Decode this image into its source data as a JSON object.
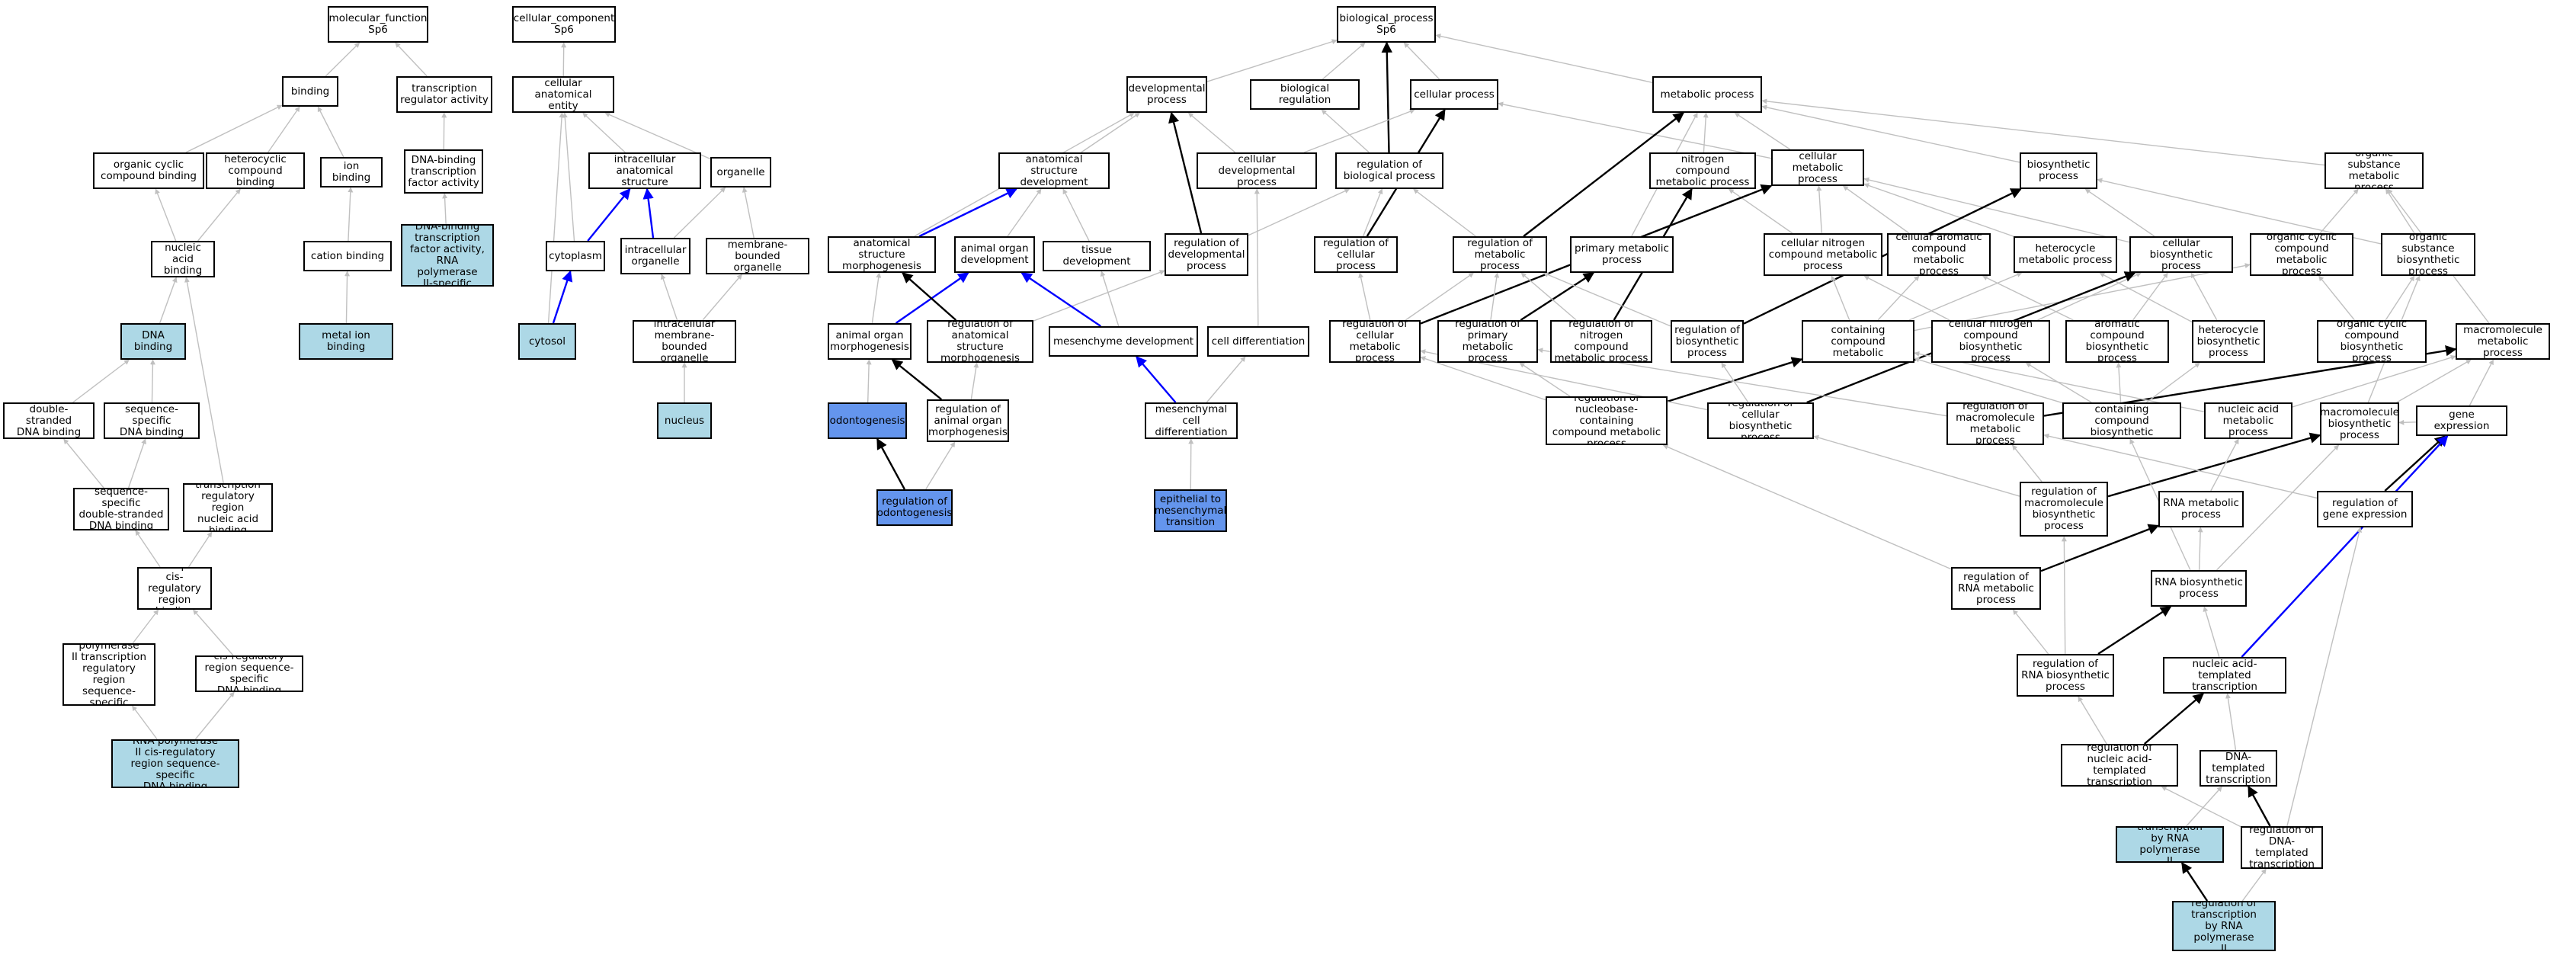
{
  "colors": {
    "blank": "#ffffff",
    "light": "#add8e6",
    "dark": "#6495ed",
    "edge_gray": "#c0c0c0",
    "edge_black": "#000000",
    "edge_blue": "#0000ff"
  },
  "nodes": [
    {
      "id": "mf",
      "label": "molecular_function\nSp6",
      "fill": "blank"
    },
    {
      "id": "cc",
      "label": "cellular_component\nSp6",
      "fill": "blank"
    },
    {
      "id": "bp",
      "label": "biological_process\nSp6",
      "fill": "blank"
    },
    {
      "id": "binding",
      "label": "binding",
      "fill": "blank"
    },
    {
      "id": "tra",
      "label": "transcription\nregulator activity",
      "fill": "blank"
    },
    {
      "id": "cae",
      "label": "cellular anatomical\nentity",
      "fill": "blank"
    },
    {
      "id": "dev",
      "label": "developmental\nprocess",
      "fill": "blank"
    },
    {
      "id": "bioreg",
      "label": "biological regulation",
      "fill": "blank"
    },
    {
      "id": "cellproc",
      "label": "cellular process",
      "fill": "blank"
    },
    {
      "id": "metab",
      "label": "metabolic process",
      "fill": "blank"
    },
    {
      "id": "occb",
      "label": "organic cyclic\ncompound binding",
      "fill": "blank"
    },
    {
      "id": "hccb",
      "label": "heterocyclic\ncompound binding",
      "fill": "blank"
    },
    {
      "id": "ionb",
      "label": "ion binding",
      "fill": "blank"
    },
    {
      "id": "dbtfa",
      "label": "DNA-binding\ntranscription\nfactor activity",
      "fill": "blank"
    },
    {
      "id": "ias",
      "label": "intracellular\nanatomical structure",
      "fill": "blank"
    },
    {
      "id": "organelle",
      "label": "organelle",
      "fill": "blank"
    },
    {
      "id": "asd",
      "label": "anatomical structure\ndevelopment",
      "fill": "blank"
    },
    {
      "id": "celldev",
      "label": "cellular developmental\nprocess",
      "fill": "blank"
    },
    {
      "id": "regbp",
      "label": "regulation of\nbiological process",
      "fill": "blank"
    },
    {
      "id": "ncmp",
      "label": "nitrogen compound\nmetabolic process",
      "fill": "blank"
    },
    {
      "id": "cmp",
      "label": "cellular metabolic\nprocess",
      "fill": "blank"
    },
    {
      "id": "biosyn",
      "label": "biosynthetic\nprocess",
      "fill": "blank"
    },
    {
      "id": "osmp",
      "label": "organic substance\nmetabolic process",
      "fill": "blank"
    },
    {
      "id": "nab",
      "label": "nucleic acid\nbinding",
      "fill": "blank"
    },
    {
      "id": "cationb",
      "label": "cation binding",
      "fill": "blank"
    },
    {
      "id": "dbtfa2",
      "label": "DNA-binding\ntranscription\nfactor activity,\nRNA polymerase\nII-specific",
      "fill": "light"
    },
    {
      "id": "cytoplasm",
      "label": "cytoplasm",
      "fill": "blank"
    },
    {
      "id": "io",
      "label": "intracellular\norganelle",
      "fill": "blank"
    },
    {
      "id": "mbo",
      "label": "membrane-bounded\norganelle",
      "fill": "blank"
    },
    {
      "id": "asm",
      "label": "anatomical structure\nmorphogenesis",
      "fill": "blank"
    },
    {
      "id": "aod",
      "label": "animal organ\ndevelopment",
      "fill": "blank"
    },
    {
      "id": "tissuedev",
      "label": "tissue development",
      "fill": "blank"
    },
    {
      "id": "regdev",
      "label": "regulation of\ndevelopmental\nprocess",
      "fill": "blank"
    },
    {
      "id": "regcp",
      "label": "regulation of\ncellular process",
      "fill": "blank"
    },
    {
      "id": "regmp",
      "label": "regulation of\nmetabolic process",
      "fill": "blank"
    },
    {
      "id": "pmp",
      "label": "primary metabolic\nprocess",
      "fill": "blank"
    },
    {
      "id": "cncmp",
      "label": "cellular nitrogen\ncompound metabolic\nprocess",
      "fill": "blank"
    },
    {
      "id": "cacmp",
      "label": "cellular aromatic\ncompound metabolic\nprocess",
      "fill": "blank"
    },
    {
      "id": "hmp",
      "label": "heterocycle\nmetabolic process",
      "fill": "blank"
    },
    {
      "id": "cbp",
      "label": "cellular biosynthetic\nprocess",
      "fill": "blank"
    },
    {
      "id": "occmp",
      "label": "organic cyclic\ncompound metabolic\nprocess",
      "fill": "blank"
    },
    {
      "id": "osbp",
      "label": "organic substance\nbiosynthetic\nprocess",
      "fill": "blank"
    },
    {
      "id": "dnab",
      "label": "DNA binding",
      "fill": "light"
    },
    {
      "id": "metalb",
      "label": "metal ion binding",
      "fill": "light"
    },
    {
      "id": "cytosol",
      "label": "cytosol",
      "fill": "light"
    },
    {
      "id": "imbo",
      "label": "intracellular\nmembrane-bounded\norganelle",
      "fill": "blank"
    },
    {
      "id": "aom",
      "label": "animal organ\nmorphogenesis",
      "fill": "blank"
    },
    {
      "id": "regasm",
      "label": "regulation of\nanatomical structure\nmorphogenesis",
      "fill": "blank"
    },
    {
      "id": "mesdev",
      "label": "mesenchyme development",
      "fill": "blank"
    },
    {
      "id": "celldiff",
      "label": "cell differentiation",
      "fill": "blank"
    },
    {
      "id": "regcmp",
      "label": "regulation of\ncellular metabolic\nprocess",
      "fill": "blank"
    },
    {
      "id": "regpmp",
      "label": "regulation of\nprimary metabolic\nprocess",
      "fill": "blank"
    },
    {
      "id": "regncmp",
      "label": "regulation of\nnitrogen compound\nmetabolic process",
      "fill": "blank"
    },
    {
      "id": "regbiosyn",
      "label": "regulation of\nbiosynthetic\nprocess",
      "fill": "blank"
    },
    {
      "id": "nbccmp",
      "label": "nucleobase-containing\ncompound metabolic\nprocess",
      "fill": "blank"
    },
    {
      "id": "cncbp",
      "label": "cellular nitrogen\ncompound biosynthetic\nprocess",
      "fill": "blank"
    },
    {
      "id": "acbp",
      "label": "aromatic compound\nbiosynthetic\nprocess",
      "fill": "blank"
    },
    {
      "id": "hbp",
      "label": "heterocycle\nbiosynthetic\nprocess",
      "fill": "blank"
    },
    {
      "id": "occbp",
      "label": "organic cyclic\ncompound biosynthetic\nprocess",
      "fill": "blank"
    },
    {
      "id": "mmp",
      "label": "macromolecule\nmetabolic process",
      "fill": "blank"
    },
    {
      "id": "dsdb",
      "label": "double-stranded\nDNA binding",
      "fill": "blank"
    },
    {
      "id": "ssdb",
      "label": "sequence-specific\nDNA binding",
      "fill": "blank"
    },
    {
      "id": "nucleus",
      "label": "nucleus",
      "fill": "light"
    },
    {
      "id": "odonto",
      "label": "odontogenesis",
      "fill": "dark"
    },
    {
      "id": "regaom",
      "label": "regulation of\nanimal organ\nmorphogenesis",
      "fill": "blank"
    },
    {
      "id": "mcd",
      "label": "mesenchymal\ncell differentiation",
      "fill": "blank"
    },
    {
      "id": "regnbccmp",
      "label": "regulation of\nnucleobase-containing\ncompound metabolic\nprocess",
      "fill": "blank"
    },
    {
      "id": "regcbp",
      "label": "regulation of\ncellular biosynthetic\nprocess",
      "fill": "blank"
    },
    {
      "id": "regmmp",
      "label": "regulation of\nmacromolecule\nmetabolic process",
      "fill": "blank"
    },
    {
      "id": "nbccbp",
      "label": "nucleobase-containing\ncompound biosynthetic\nprocess",
      "fill": "blank"
    },
    {
      "id": "namp",
      "label": "nucleic acid\nmetabolic process",
      "fill": "blank"
    },
    {
      "id": "mbp",
      "label": "macromolecule\nbiosynthetic\nprocess",
      "fill": "blank"
    },
    {
      "id": "geneexp",
      "label": "gene expression",
      "fill": "blank"
    },
    {
      "id": "ssdsdb",
      "label": "sequence-specific\ndouble-stranded\nDNA binding",
      "fill": "blank"
    },
    {
      "id": "trrnab",
      "label": "transcription\nregulatory region\nnucleic acid\nbinding",
      "fill": "blank"
    },
    {
      "id": "regodonto",
      "label": "regulation of\nodontogenesis",
      "fill": "dark"
    },
    {
      "id": "emt",
      "label": "epithelial to\nmesenchymal\ntransition",
      "fill": "dark"
    },
    {
      "id": "regmbp",
      "label": "regulation of\nmacromolecule\nbiosynthetic\nprocess",
      "fill": "blank"
    },
    {
      "id": "rnamp",
      "label": "RNA metabolic\nprocess",
      "fill": "blank"
    },
    {
      "id": "reggeneexp",
      "label": "regulation of\ngene expression",
      "fill": "blank"
    },
    {
      "id": "tcrrb",
      "label": "transcription\ncis-regulatory\nregion binding",
      "fill": "blank"
    },
    {
      "id": "regrnamp",
      "label": "regulation of\nRNA metabolic\nprocess",
      "fill": "blank"
    },
    {
      "id": "rnabp",
      "label": "RNA biosynthetic\nprocess",
      "fill": "blank"
    },
    {
      "id": "rnap2trr",
      "label": "RNA polymerase\nII transcription\nregulatory region\nsequence-specific\nDNA binding",
      "fill": "blank"
    },
    {
      "id": "crrssdb",
      "label": "cis-regulatory\nregion sequence-specific\nDNA binding",
      "fill": "blank"
    },
    {
      "id": "regrnabp",
      "label": "regulation of\nRNA biosynthetic\nprocess",
      "fill": "blank"
    },
    {
      "id": "natt",
      "label": "nucleic acid-templated\ntranscription",
      "fill": "blank"
    },
    {
      "id": "rnap2crr",
      "label": "RNA polymerase\nII cis-regulatory\nregion sequence-specific\nDNA binding",
      "fill": "light"
    },
    {
      "id": "regnatt",
      "label": "regulation of\nnucleic acid-templated\ntranscription",
      "fill": "blank"
    },
    {
      "id": "dtt",
      "label": "DNA-templated\ntranscription",
      "fill": "blank"
    },
    {
      "id": "tbrnap2",
      "label": "transcription\nby RNA polymerase\nII",
      "fill": "light"
    },
    {
      "id": "regdtt",
      "label": "regulation of\nDNA-templated\ntranscription",
      "fill": "blank"
    },
    {
      "id": "regtbrnap2",
      "label": "regulation of\ntranscription\nby RNA polymerase\nII",
      "fill": "light"
    }
  ],
  "edges": [
    [
      "binding",
      "mf",
      "gray"
    ],
    [
      "tra",
      "mf",
      "gray"
    ],
    [
      "occb",
      "binding",
      "gray"
    ],
    [
      "hccb",
      "binding",
      "gray"
    ],
    [
      "ionb",
      "binding",
      "gray"
    ],
    [
      "dbtfa",
      "tra",
      "gray"
    ],
    [
      "nab",
      "occb",
      "gray"
    ],
    [
      "nab",
      "hccb",
      "gray"
    ],
    [
      "cationb",
      "ionb",
      "gray"
    ],
    [
      "dbtfa2",
      "dbtfa",
      "gray"
    ],
    [
      "metalb",
      "cationb",
      "gray"
    ],
    [
      "dnab",
      "nab",
      "gray"
    ],
    [
      "dsdb",
      "dnab",
      "gray"
    ],
    [
      "ssdb",
      "dnab",
      "gray"
    ],
    [
      "ssdsdb",
      "dsdb",
      "gray"
    ],
    [
      "ssdsdb",
      "ssdb",
      "gray"
    ],
    [
      "trrnab",
      "nab",
      "gray"
    ],
    [
      "tcrrb",
      "ssdsdb",
      "gray"
    ],
    [
      "tcrrb",
      "trrnab",
      "gray"
    ],
    [
      "rnap2trr",
      "tcrrb",
      "gray"
    ],
    [
      "crrssdb",
      "tcrrb",
      "gray"
    ],
    [
      "rnap2crr",
      "rnap2trr",
      "gray"
    ],
    [
      "rnap2crr",
      "crrssdb",
      "gray"
    ],
    [
      "cae",
      "cc",
      "gray"
    ],
    [
      "ias",
      "cae",
      "gray"
    ],
    [
      "organelle",
      "cae",
      "gray"
    ],
    [
      "cytoplasm",
      "ias",
      "blue"
    ],
    [
      "cytoplasm",
      "cae",
      "gray"
    ],
    [
      "io",
      "ias",
      "blue"
    ],
    [
      "io",
      "organelle",
      "gray"
    ],
    [
      "mbo",
      "organelle",
      "gray"
    ],
    [
      "cytosol",
      "cytoplasm",
      "blue"
    ],
    [
      "cytosol",
      "cae",
      "gray"
    ],
    [
      "imbo",
      "io",
      "gray"
    ],
    [
      "imbo",
      "mbo",
      "gray"
    ],
    [
      "nucleus",
      "imbo",
      "gray"
    ],
    [
      "dev",
      "bp",
      "gray"
    ],
    [
      "bioreg",
      "bp",
      "gray"
    ],
    [
      "cellproc",
      "bp",
      "gray"
    ],
    [
      "metab",
      "bp",
      "gray"
    ],
    [
      "regbp",
      "bp",
      "black"
    ],
    [
      "regbp",
      "bioreg",
      "gray"
    ],
    [
      "asd",
      "dev",
      "gray"
    ],
    [
      "celldev",
      "dev",
      "gray"
    ],
    [
      "celldev",
      "cellproc",
      "gray"
    ],
    [
      "asm",
      "asd",
      "blue"
    ],
    [
      "asm",
      "dev",
      "gray"
    ],
    [
      "aod",
      "asd",
      "gray"
    ],
    [
      "tissuedev",
      "asd",
      "gray"
    ],
    [
      "regdev",
      "dev",
      "black"
    ],
    [
      "regdev",
      "regbp",
      "gray"
    ],
    [
      "aom",
      "aod",
      "blue"
    ],
    [
      "aom",
      "asm",
      "gray"
    ],
    [
      "regasm",
      "asm",
      "black"
    ],
    [
      "regasm",
      "regdev",
      "gray"
    ],
    [
      "mesdev",
      "aod",
      "blue"
    ],
    [
      "mesdev",
      "tissuedev",
      "gray"
    ],
    [
      "odonto",
      "aom",
      "gray"
    ],
    [
      "regaom",
      "aom",
      "black"
    ],
    [
      "regaom",
      "regasm",
      "gray"
    ],
    [
      "regodonto",
      "odonto",
      "black"
    ],
    [
      "regodonto",
      "regaom",
      "gray"
    ],
    [
      "celldiff",
      "celldev",
      "gray"
    ],
    [
      "mcd",
      "mesdev",
      "blue"
    ],
    [
      "mcd",
      "celldiff",
      "gray"
    ],
    [
      "emt",
      "mcd",
      "gray"
    ],
    [
      "regcp",
      "cellproc",
      "black"
    ],
    [
      "regcp",
      "regbp",
      "gray"
    ],
    [
      "ncmp",
      "metab",
      "gray"
    ],
    [
      "cmp",
      "metab",
      "gray"
    ],
    [
      "cmp",
      "cellproc",
      "gray"
    ],
    [
      "biosyn",
      "metab",
      "gray"
    ],
    [
      "osmp",
      "metab",
      "gray"
    ],
    [
      "regmp",
      "metab",
      "black"
    ],
    [
      "regmp",
      "regbp",
      "gray"
    ],
    [
      "pmp",
      "metab",
      "gray"
    ],
    [
      "cncmp",
      "ncmp",
      "gray"
    ],
    [
      "cncmp",
      "cmp",
      "gray"
    ],
    [
      "cacmp",
      "cmp",
      "gray"
    ],
    [
      "hmp",
      "cmp",
      "gray"
    ],
    [
      "cbp",
      "biosyn",
      "gray"
    ],
    [
      "cbp",
      "cmp",
      "gray"
    ],
    [
      "occmp",
      "osmp",
      "gray"
    ],
    [
      "osbp",
      "osmp",
      "gray"
    ],
    [
      "osbp",
      "biosyn",
      "gray"
    ],
    [
      "regcmp",
      "cmp",
      "black"
    ],
    [
      "regcmp",
      "regcp",
      "gray"
    ],
    [
      "regcmp",
      "regmp",
      "gray"
    ],
    [
      "regpmp",
      "pmp",
      "black"
    ],
    [
      "regpmp",
      "regmp",
      "gray"
    ],
    [
      "regncmp",
      "ncmp",
      "black"
    ],
    [
      "regncmp",
      "regmp",
      "gray"
    ],
    [
      "regbiosyn",
      "biosyn",
      "black"
    ],
    [
      "regbiosyn",
      "regmp",
      "gray"
    ],
    [
      "nbccmp",
      "cncmp",
      "gray"
    ],
    [
      "nbccmp",
      "cacmp",
      "gray"
    ],
    [
      "nbccmp",
      "hmp",
      "gray"
    ],
    [
      "nbccmp",
      "occmp",
      "gray"
    ],
    [
      "cncbp",
      "cncmp",
      "gray"
    ],
    [
      "cncbp",
      "cbp",
      "gray"
    ],
    [
      "acbp",
      "cacmp",
      "gray"
    ],
    [
      "acbp",
      "cbp",
      "gray"
    ],
    [
      "hbp",
      "hmp",
      "gray"
    ],
    [
      "hbp",
      "cbp",
      "gray"
    ],
    [
      "occbp",
      "occmp",
      "gray"
    ],
    [
      "occbp",
      "osbp",
      "gray"
    ],
    [
      "mmp",
      "osmp",
      "gray"
    ],
    [
      "regnbccmp",
      "nbccmp",
      "black"
    ],
    [
      "regnbccmp",
      "regcmp",
      "gray"
    ],
    [
      "regnbccmp",
      "regpmp",
      "gray"
    ],
    [
      "regcbp",
      "cbp",
      "black"
    ],
    [
      "regcbp",
      "regbiosyn",
      "gray"
    ],
    [
      "regcbp",
      "regcmp",
      "gray"
    ],
    [
      "regmmp",
      "mmp",
      "black"
    ],
    [
      "regmmp",
      "regpmp",
      "gray"
    ],
    [
      "nbccbp",
      "nbccmp",
      "gray"
    ],
    [
      "nbccbp",
      "cncbp",
      "gray"
    ],
    [
      "nbccbp",
      "acbp",
      "gray"
    ],
    [
      "nbccbp",
      "hbp",
      "gray"
    ],
    [
      "namp",
      "nbccmp",
      "gray"
    ],
    [
      "namp",
      "mmp",
      "gray"
    ],
    [
      "mbp",
      "mmp",
      "gray"
    ],
    [
      "mbp",
      "osbp",
      "gray"
    ],
    [
      "geneexp",
      "mmp",
      "gray"
    ],
    [
      "geneexp",
      "mbp",
      "gray"
    ],
    [
      "regmbp",
      "mbp",
      "black"
    ],
    [
      "regmbp",
      "regmmp",
      "gray"
    ],
    [
      "regmbp",
      "regcbp",
      "gray"
    ],
    [
      "rnamp",
      "namp",
      "gray"
    ],
    [
      "reggeneexp",
      "geneexp",
      "black"
    ],
    [
      "reggeneexp",
      "regmmp",
      "gray"
    ],
    [
      "regrnamp",
      "rnamp",
      "black"
    ],
    [
      "regrnamp",
      "regnbccmp",
      "gray"
    ],
    [
      "rnabp",
      "rnamp",
      "gray"
    ],
    [
      "rnabp",
      "nbccbp",
      "gray"
    ],
    [
      "rnabp",
      "mbp",
      "gray"
    ],
    [
      "regrnabp",
      "rnabp",
      "black"
    ],
    [
      "regrnabp",
      "regrnamp",
      "gray"
    ],
    [
      "regrnabp",
      "regmbp",
      "gray"
    ],
    [
      "natt",
      "rnabp",
      "gray"
    ],
    [
      "natt",
      "geneexp",
      "blue"
    ],
    [
      "regnatt",
      "natt",
      "black"
    ],
    [
      "regnatt",
      "regrnabp",
      "gray"
    ],
    [
      "dtt",
      "natt",
      "gray"
    ],
    [
      "tbrnap2",
      "dtt",
      "gray"
    ],
    [
      "regdtt",
      "dtt",
      "black"
    ],
    [
      "regdtt",
      "regnatt",
      "gray"
    ],
    [
      "regdtt",
      "reggeneexp",
      "gray"
    ],
    [
      "regtbrnap2",
      "tbrnap2",
      "black"
    ],
    [
      "regtbrnap2",
      "regdtt",
      "gray"
    ]
  ]
}
